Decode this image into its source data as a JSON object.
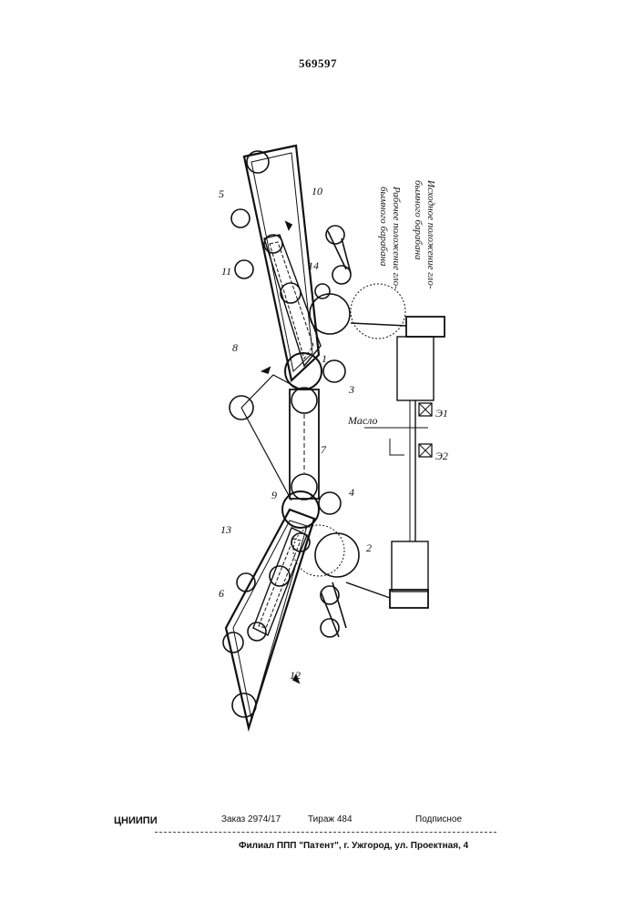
{
  "document": {
    "page_number": "569597"
  },
  "drawing": {
    "labels": {
      "n1": "1",
      "n2": "2",
      "n3": "3",
      "n4": "4",
      "n5": "5",
      "n6": "6",
      "n7": "7",
      "n8": "8",
      "n9": "9",
      "n10": "10",
      "n11": "11",
      "n12": "12",
      "n13": "13",
      "n14": "14",
      "e1": "Э1",
      "e2": "Э2",
      "oil": "Масло",
      "initial_line1": "Исходное положение гло-",
      "initial_line2": "бымного барабана",
      "working_line1": "Рабочее положение гло-",
      "working_line2": "бымного барабана"
    }
  },
  "footer": {
    "org": "ЦНИИПИ",
    "order": "Заказ 2974/17",
    "circulation": "Тираж 484",
    "subscription": "Подписное",
    "branch": "Филиал ППП \"Патент\", г. Ужгород, ул. Проектная, 4"
  }
}
